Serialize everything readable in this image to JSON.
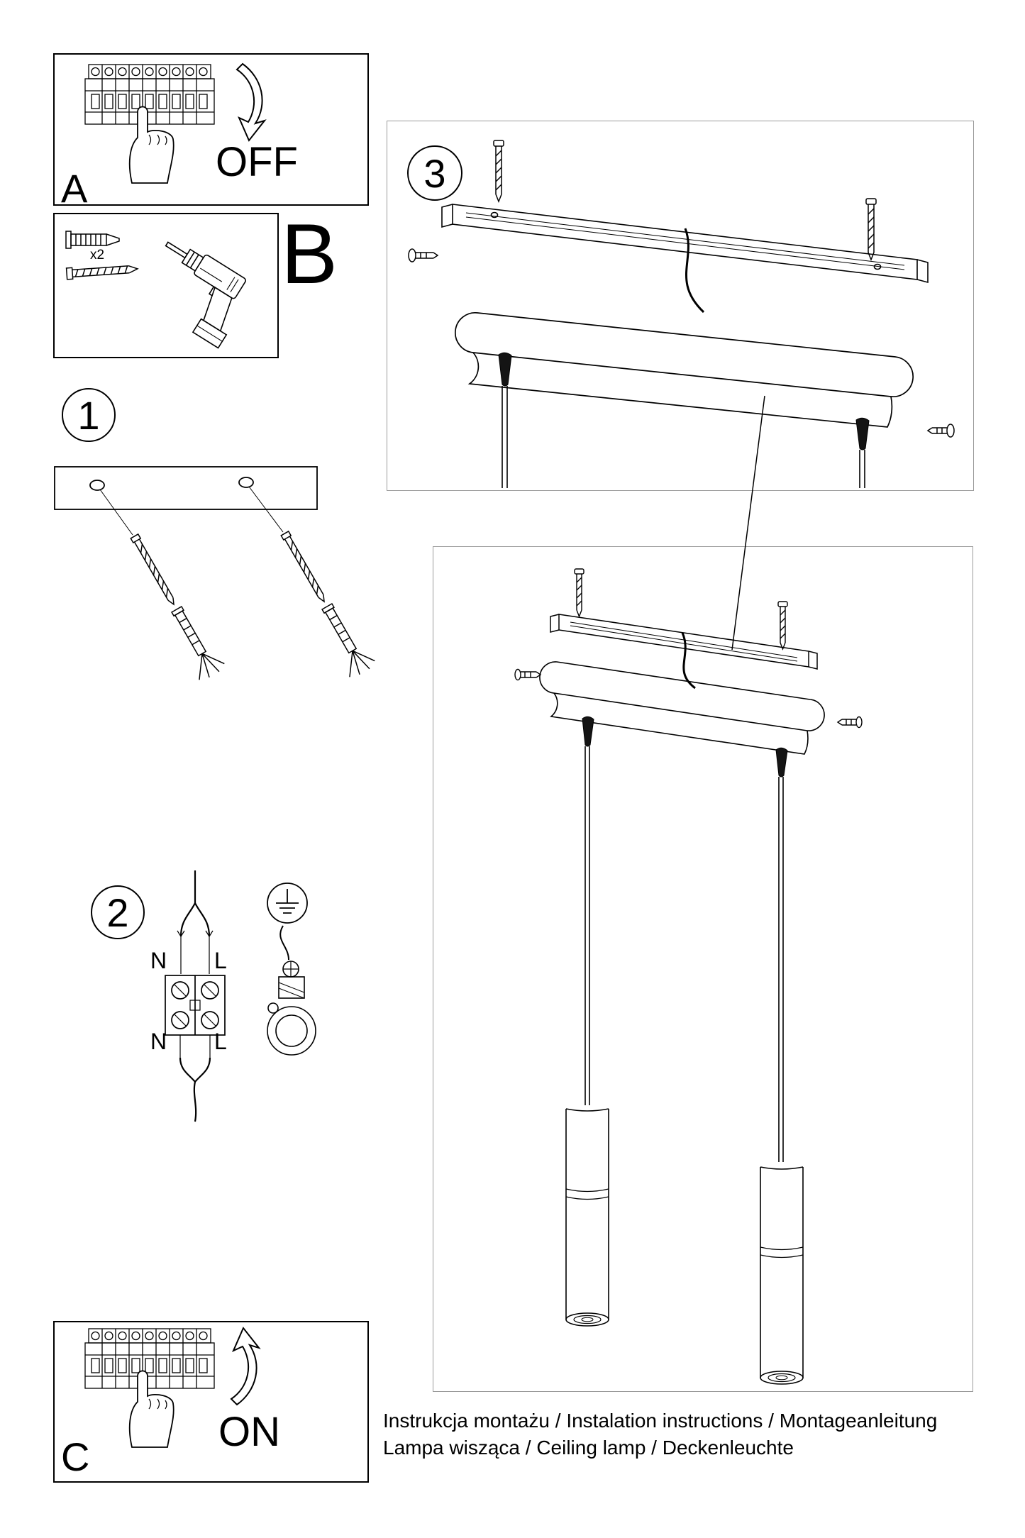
{
  "panels": {
    "a": {
      "label": "A",
      "status": "OFF"
    },
    "b": {
      "label": "B",
      "anchor_quantity": "x2"
    },
    "c": {
      "label": "C",
      "status": "ON"
    }
  },
  "steps": {
    "step1": {
      "number": "1"
    },
    "step2": {
      "number": "2",
      "n_top": "N",
      "l_top": "L",
      "n_bottom": "N",
      "l_bottom": "L"
    },
    "step3": {
      "number": "3"
    }
  },
  "footer": {
    "line1": "Instrukcja montażu / Instalation instructions / Montageanleitung",
    "line2": "Lampa wisząca / Ceiling lamp / Deckenleuchte"
  },
  "colors": {
    "ink": "#000000",
    "detail_box_border": "#9a9a9a"
  }
}
